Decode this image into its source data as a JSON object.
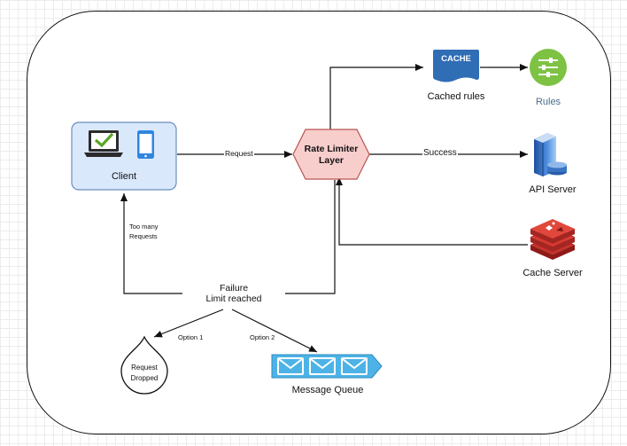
{
  "client": {
    "label": "Client"
  },
  "rate_limiter": {
    "line1": "Rate Limiter",
    "line2": "Layer"
  },
  "cache_icon": {
    "text": "CACHE"
  },
  "cached_rules": {
    "label": "Cached rules"
  },
  "rules": {
    "label": "Rules"
  },
  "api_server": {
    "label": "API Server"
  },
  "cache_server": {
    "label": "Cache Server"
  },
  "edges": {
    "request": "Request",
    "success": "Success",
    "too_many_line1": "Too many",
    "too_many_line2": "Requests",
    "failure": "Failure",
    "limit_reached": "Limit reached",
    "option1": "Option 1",
    "option2": "Option 2"
  },
  "request_dropped": {
    "line1": "Request",
    "line2": "Dropped"
  },
  "message_queue": {
    "label": "Message Queue"
  },
  "colors": {
    "client_fill": "#dae8fc",
    "client_border": "#6c8ebf",
    "rate_limiter_fill": "#f8cecc",
    "rate_limiter_border": "#b85450",
    "cache_blue": "#2f6db5",
    "rules_green": "#7dc242",
    "queue_blue": "#4db3e6",
    "redis_red": "#c6302b"
  }
}
